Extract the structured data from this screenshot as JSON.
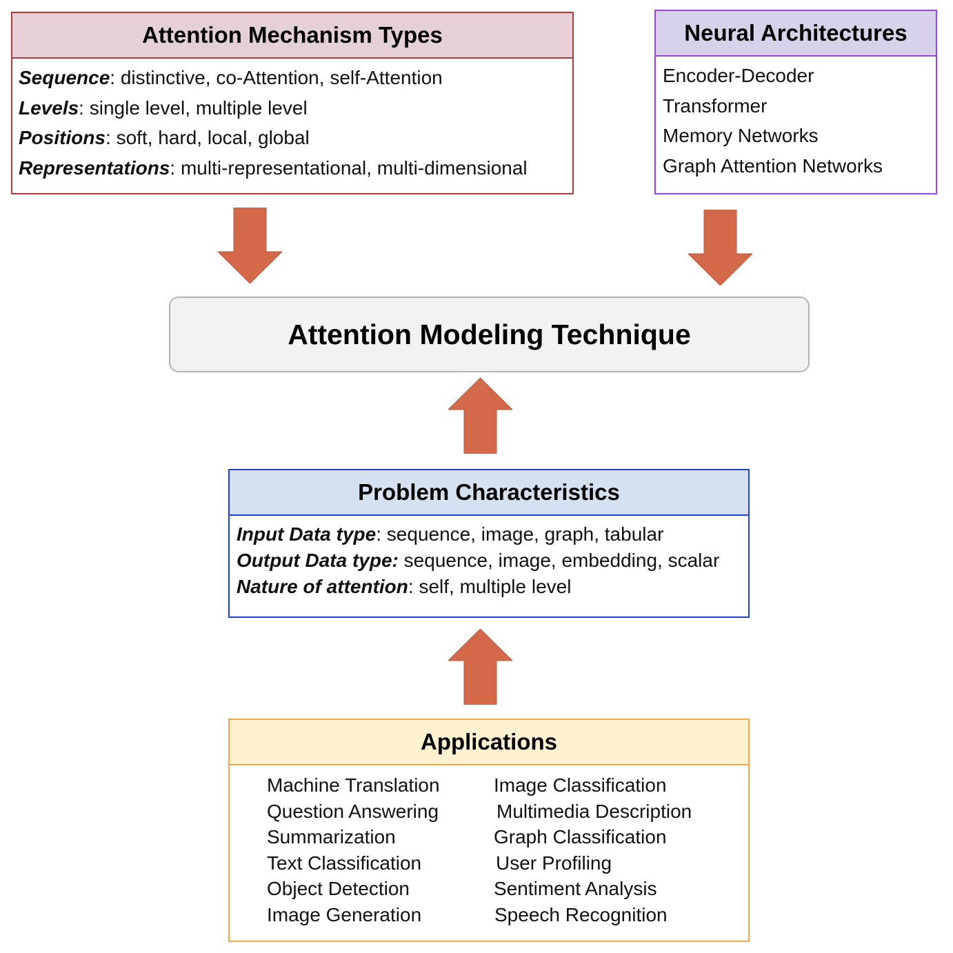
{
  "mechanism_types": {
    "title": "Attention Mechanism Types",
    "rows": [
      {
        "label": "Sequence",
        "text": ": distinctive, co-Attention, self-Attention"
      },
      {
        "label": "Levels",
        "text": ": single level, multiple level"
      },
      {
        "label": "Positions",
        "text": ": soft, hard, local, global"
      },
      {
        "label": "Representations",
        "text": ": multi-representational, multi-dimensional"
      }
    ]
  },
  "neural_architectures": {
    "title": "Neural Architectures",
    "items": [
      "Encoder-Decoder",
      "Transformer",
      "Memory Networks",
      "Graph Attention Networks"
    ]
  },
  "modeling_technique": {
    "title": "Attention Modeling Technique"
  },
  "problem_characteristics": {
    "title": "Problem Characteristics",
    "rows": [
      {
        "label": "Input Data type",
        "text": ": sequence, image, graph, tabular"
      },
      {
        "label": "Output Data type:",
        "text": " sequence, image, embedding, scalar"
      },
      {
        "label": "Nature of attention",
        "text": ": self, multiple level"
      }
    ]
  },
  "applications": {
    "title": "Applications",
    "left": [
      "Machine Translation",
      "Question Answering",
      "Summarization",
      "Text Classification",
      "Object Detection",
      "Image Generation"
    ],
    "right": [
      "Image Classification",
      "Multimedia Description",
      "Graph Classification",
      "User Profiling",
      "Sentiment Analysis",
      "Speech Recognition"
    ]
  },
  "colors": {
    "arrow": "#d4694a",
    "mechanism_border": "#b13a3a",
    "architecture_border": "#9a44e0",
    "problem_border": "#1f3fd6",
    "applications_border": "#f0a64a"
  }
}
